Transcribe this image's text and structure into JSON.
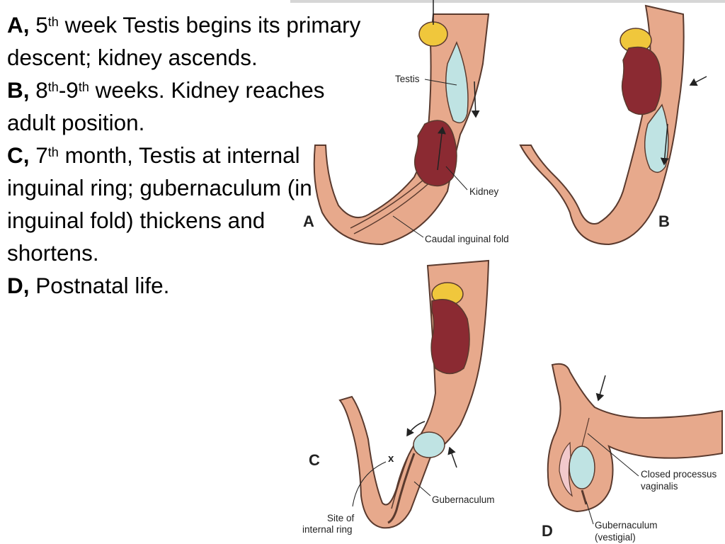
{
  "text": {
    "a": {
      "letter": "A,",
      "num": "5",
      "sup": "th",
      "rest": " week Testis begins its primary descent; kidney ascends."
    },
    "b": {
      "letter": "B,",
      "n1": "8",
      "sup1": "th",
      "dash": "-9",
      "sup2": "th",
      "rest": " weeks. Kidney reaches adult position."
    },
    "c": {
      "letter": "C,",
      "num": "7",
      "sup": "th",
      "rest": "  month, Testis at internal inguinal ring; gubernaculum (in inguinal fold) thickens and shortens."
    },
    "d": {
      "letter": "D,",
      "rest": " Postnatal life."
    }
  },
  "panels": {
    "a": {
      "letter": "A",
      "testis": "Testis",
      "kidney": "Kidney",
      "fold": "Caudal inguinal fold"
    },
    "b": {
      "letter": "B"
    },
    "c": {
      "letter": "C",
      "x": "x",
      "gubernaculum": "Gubernaculum",
      "site1": "Site of",
      "site2": "internal ring"
    },
    "d": {
      "letter": "D",
      "closed1": "Closed processus",
      "closed2": "vaginalis",
      "gub1": "Gubernaculum",
      "gub2": "(vestigial)"
    }
  },
  "colors": {
    "body": "#e7a98c",
    "outline": "#5a3a2e",
    "kidney": "#8b2a32",
    "adrenal": "#f0c73c",
    "testis": "#bfe3e3",
    "processus": "#f2c9cc"
  }
}
